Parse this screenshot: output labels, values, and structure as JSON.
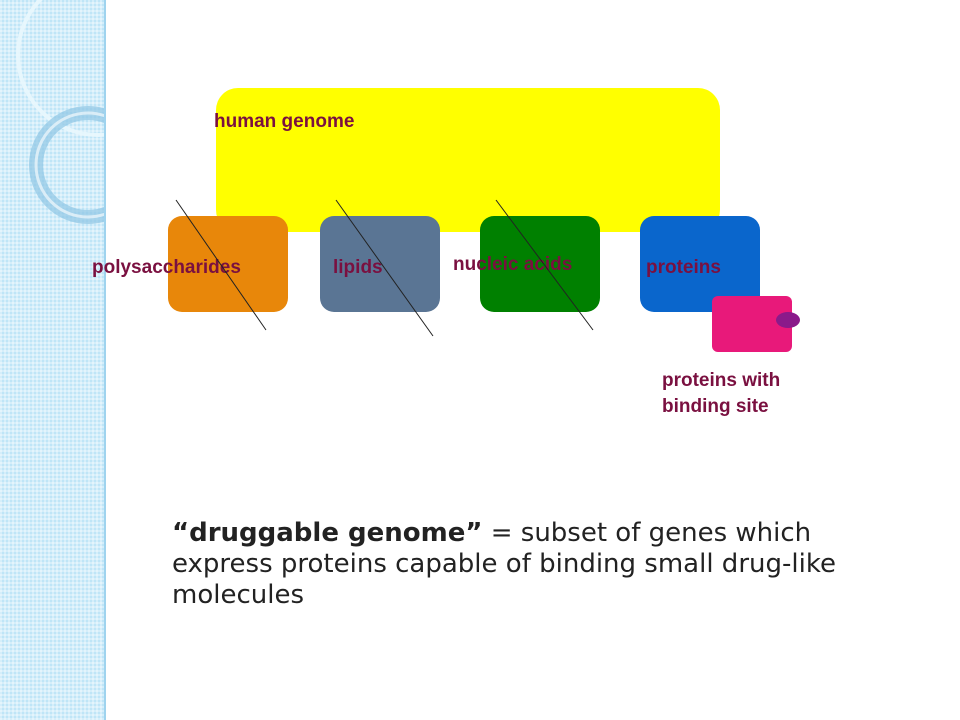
{
  "diagram": {
    "genome_label": "human genome",
    "categories": [
      {
        "label": "polysaccharides",
        "color": "#e8870a",
        "crossed_out": true
      },
      {
        "label": "lipids",
        "color": "#5a7594",
        "crossed_out": true
      },
      {
        "label": "nucleic acids",
        "color": "#008000",
        "crossed_out": true
      },
      {
        "label": "proteins",
        "color": "#0a66cc",
        "crossed_out": false
      }
    ],
    "subset_label": "proteins with binding site",
    "genome_color": "#ffff00",
    "subset_color": "#e8197a",
    "binding_site_color": "#8a1a8a",
    "label_color": "#7a1040"
  },
  "definition": {
    "term": "“druggable genome”",
    "text": " = subset of genes which express proteins capable of binding small drug-like molecules"
  }
}
